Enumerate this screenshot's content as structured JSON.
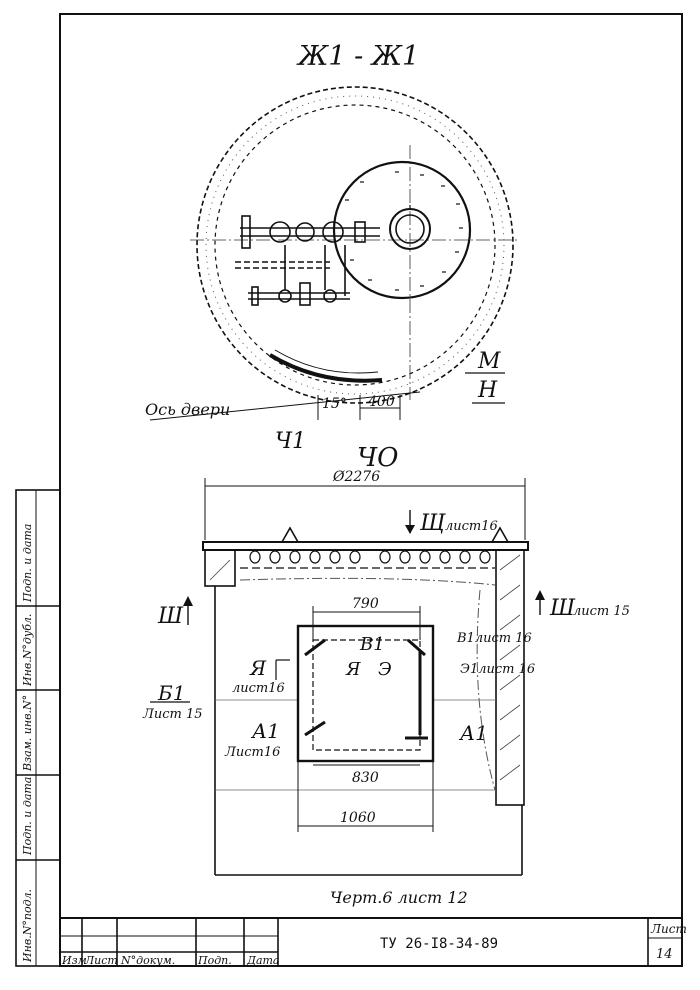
{
  "section_top_title": "Ж1 - Ж1",
  "section_bottom_title": "ЧО",
  "marker_top_left": "Ч1",
  "door_axis_label": "Ось двери",
  "angle_label": "15°",
  "dim_400": "400",
  "marker_m": "М",
  "marker_h": "Н",
  "dim_diameter": "Ø2276",
  "view_shch_top": "Щ",
  "view_shch_top_sheet": "лист16",
  "view_shch_left": "Ш",
  "view_shch_right": "Ш",
  "view_shch_right_sheet": "лист 15",
  "dim_790": "790",
  "label_v1": "В1",
  "label_v1_sheet": "В1лист 16",
  "label_e1_sheet": "Э1лист 16",
  "label_ya_left": "Я",
  "label_ya_left_sheet": "лист16",
  "label_ya_center": "Я",
  "label_e_center": "Э",
  "label_b1": "Б1",
  "label_b1_sheet": "Лист 15",
  "label_a1_left": "А1",
  "label_a1_left_sheet": "Лист16",
  "label_a1_right": "А1",
  "dim_830": "830",
  "dim_1060": "1060",
  "drawing_ref": "Черт.6 лист 12",
  "doc_code": "ТУ 26-I8-34-89",
  "sheet_label": "Лист",
  "sheet_number": "14",
  "title_block_headers": [
    "Изм",
    "Лист",
    "N°докум.",
    "Подп.",
    "Дата"
  ],
  "side_stamp": [
    "Инв.N°подл.",
    "Подп. и дата",
    "Взам. инв.N°",
    "Инв.N°дубл.",
    "Подп. и дата"
  ]
}
